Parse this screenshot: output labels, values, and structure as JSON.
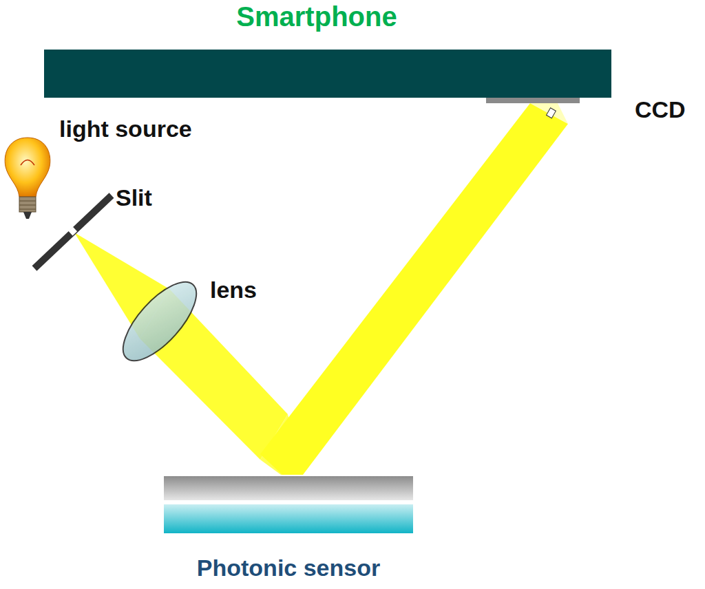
{
  "diagram": {
    "nodes": [
      {
        "text": [
          "Smartphone"
        ]
      },
      {
        "text": [
          "Photonic sensor"
        ]
      }
    ],
    "labels": [
      "light source",
      "Slit",
      "lens",
      "CCD"
    ]
  }
}
